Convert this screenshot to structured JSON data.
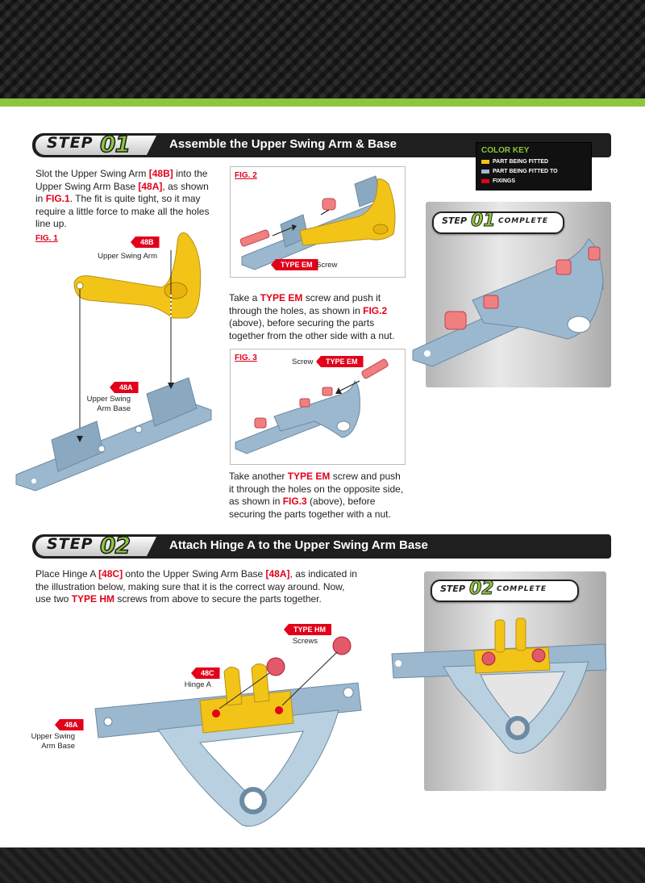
{
  "colors": {
    "accent_green": "#8cc63f",
    "fixing_red": "#e2001a",
    "fitted_yellow": "#f2c418",
    "fitted_to_blue": "#9bb8cf"
  },
  "step1": {
    "step_word": "STEP",
    "number": "01",
    "title": "Assemble the Upper Swing Arm & Base",
    "intro": [
      {
        "t": "Slot the Upper Swing Arm ",
        "red": false
      },
      {
        "t": "[48B]",
        "red": true
      },
      {
        "t": " into the Upper Swing Arm Base ",
        "red": false
      },
      {
        "t": "[48A]",
        "red": true
      },
      {
        "t": ", as shown in ",
        "red": false
      },
      {
        "t": "FIG.1",
        "red": true
      },
      {
        "t": ". The fit is quite tight, so it may require a little force to make all the holes line up.",
        "red": false
      }
    ],
    "fig1": {
      "label": "FIG. 1",
      "part_b_tag": "48B",
      "part_b_name": "Upper Swing Arm",
      "part_a_tag": "48A",
      "part_a_name_line1": "Upper Swing",
      "part_a_name_line2": "Arm Base"
    },
    "fig2": {
      "label": "FIG. 2",
      "screw_tag": "TYPE EM",
      "screw_name": "Screw"
    },
    "fig2_text": [
      {
        "t": "Take a ",
        "red": false
      },
      {
        "t": "TYPE EM",
        "red": true
      },
      {
        "t": " screw and push it through the holes, as shown in ",
        "red": false
      },
      {
        "t": "FIG.2",
        "red": true
      },
      {
        "t": " (above), before securing the parts together from the other side with a nut.",
        "red": false
      }
    ],
    "fig3": {
      "label": "FIG. 3",
      "screw_name": "Screw",
      "screw_tag": "TYPE EM"
    },
    "fig3_text": [
      {
        "t": "Take another ",
        "red": false
      },
      {
        "t": "TYPE EM",
        "red": true
      },
      {
        "t": " screw and push it through the holes on the opposite side, as shown in ",
        "red": false
      },
      {
        "t": "FIG.3",
        "red": true
      },
      {
        "t": " (above), before securing the parts together with a nut.",
        "red": false
      }
    ],
    "complete": {
      "step": "STEP",
      "number": "01",
      "word": "COMPLETE"
    }
  },
  "color_key": {
    "title": "COLOR KEY",
    "items": [
      {
        "label": "PART BEING FITTED",
        "color": "#f2c418"
      },
      {
        "label": "PART BEING FITTED TO",
        "color": "#9bb8cf"
      },
      {
        "label": "FIXINGS",
        "color": "#e2001a"
      }
    ]
  },
  "step2": {
    "step_word": "STEP",
    "number": "02",
    "title": "Attach Hinge A to the Upper Swing Arm Base",
    "intro": [
      {
        "t": "Place Hinge A ",
        "red": false
      },
      {
        "t": "[48C]",
        "red": true
      },
      {
        "t": " onto the Upper Swing Arm Base ",
        "red": false
      },
      {
        "t": "[48A]",
        "red": true
      },
      {
        "t": ", as indicated in the illustration below, making sure that it is the correct way around. Now, use two ",
        "red": false
      },
      {
        "t": "TYPE HM",
        "red": true
      },
      {
        "t": " screws from above to secure the parts together.",
        "red": false
      }
    ],
    "screw_tag": "TYPE HM",
    "screw_name": "Screws",
    "part_c_tag": "48C",
    "part_c_name": "Hinge A",
    "part_a_tag": "48A",
    "part_a_name_line1": "Upper Swing",
    "part_a_name_line2": "Arm Base",
    "complete": {
      "step": "STEP",
      "number": "02",
      "word": "COMPLETE"
    }
  }
}
